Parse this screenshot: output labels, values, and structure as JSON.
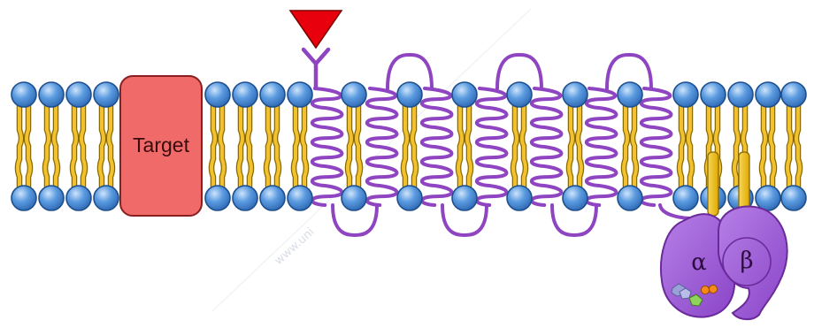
{
  "diagram": {
    "target_label": "Target",
    "subunit_alpha": "α",
    "subunit_beta": "β",
    "watermark": "www.uni"
  },
  "colors": {
    "head_fill": "#5b9be0",
    "head_stroke": "#1e4f8c",
    "tail_fill": "#f2c12e",
    "tail_stroke": "#8a6a00",
    "receptor": "#8f45c2",
    "target_fill": "#f06a6a",
    "target_stroke": "#8a1f1f",
    "ligand": "#e8000c",
    "g_protein": "#9a58d6",
    "g_protein_stroke": "#6a2a9a"
  }
}
